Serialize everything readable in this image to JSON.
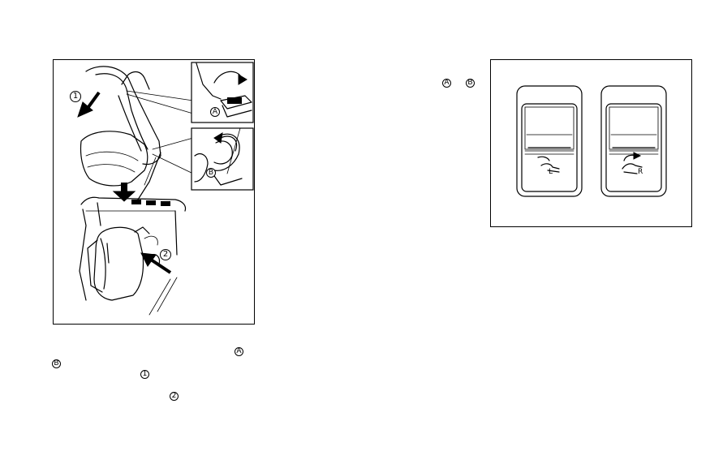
{
  "figures": {
    "seat": {
      "callouts": {
        "c1": "1",
        "c2": "2",
        "a": "A",
        "b": "B"
      }
    },
    "switch": {
      "left_label": "L",
      "right_label": "R"
    }
  },
  "text_markers": {
    "right_col_a": "A",
    "right_col_b": "B",
    "left_col_a": "A",
    "left_col_b": "B",
    "left_col_1": "1",
    "left_col_2": "2"
  }
}
